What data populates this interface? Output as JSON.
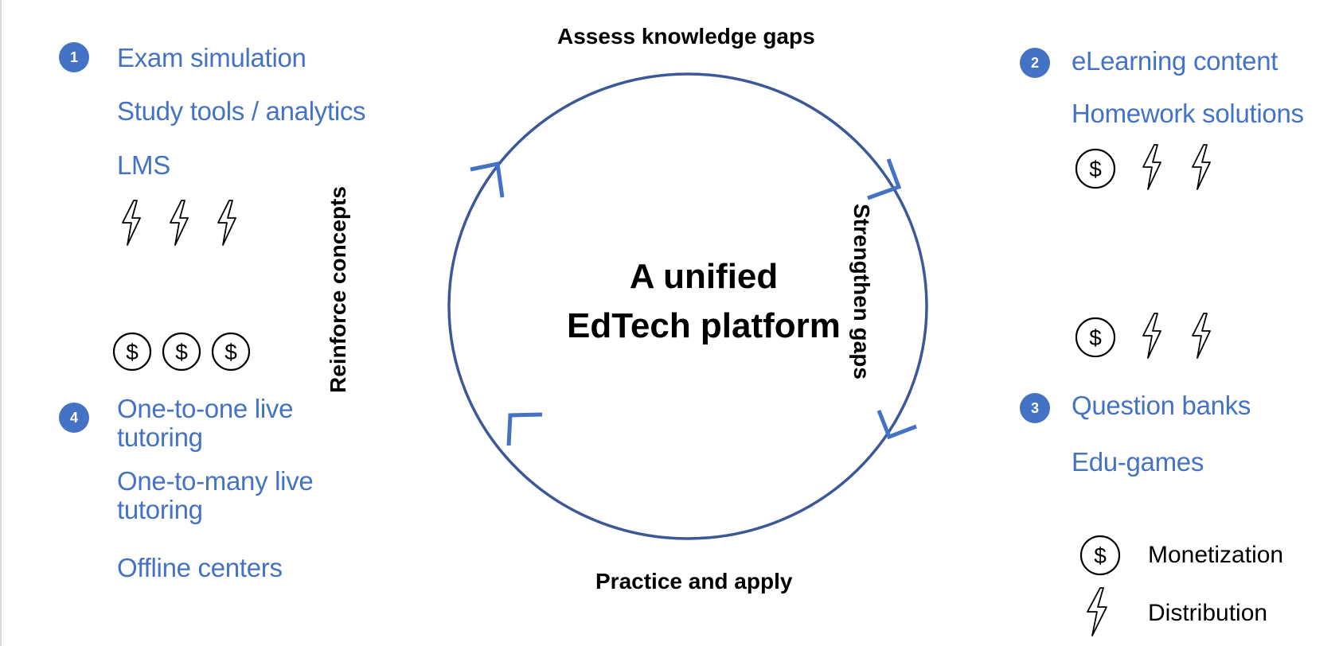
{
  "center": {
    "line1": "A unified",
    "line2": "EdTech platform"
  },
  "cycle_labels": {
    "top": "Assess knowledge gaps",
    "right": "Strengthen gaps",
    "bottom": "Practice and apply",
    "left": "Reinforce concepts"
  },
  "groups": [
    {
      "number": "1",
      "items": [
        "Exam simulation",
        "Study tools / analytics",
        "LMS"
      ],
      "monetization": 0,
      "distribution": 3
    },
    {
      "number": "2",
      "items": [
        "eLearning content",
        "Homework solutions"
      ],
      "monetization": 1,
      "distribution": 2
    },
    {
      "number": "3",
      "items": [
        "Question banks",
        "Edu-games"
      ],
      "monetization": 1,
      "distribution": 2
    },
    {
      "number": "4",
      "items": [
        "One-to-one live tutoring",
        "One-to-many live tutoring",
        "Offline centers"
      ],
      "monetization": 3,
      "distribution": 0
    }
  ],
  "legend": {
    "monetization": "Monetization",
    "distribution": "Distribution"
  },
  "colors": {
    "accent": "#4472C4",
    "circle": "#3B5998",
    "text": "#000000"
  },
  "icons": {
    "monetization": "dollar-circle-icon",
    "distribution": "lightning-bolt-icon"
  }
}
